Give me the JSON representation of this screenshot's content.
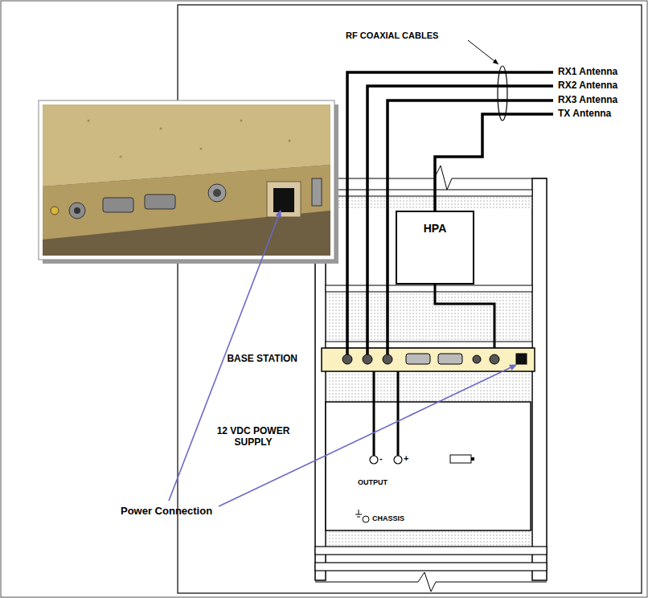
{
  "diagram": {
    "nodes": [
      {
        "text": [
          "HPA"
        ]
      },
      {
        "text": [
          "BASE STATION"
        ]
      },
      {
        "text": [
          "12 VDC POWER SUPPLY",
          "OUTPUT",
          "-",
          "+",
          "CHASSIS"
        ]
      }
    ],
    "edges": [
      {
        "from": 1,
        "to": 0,
        "arrow": "none"
      },
      {
        "from": 2,
        "to": 1,
        "arrow": "none"
      }
    ],
    "labels": [
      "RF COAXIAL CABLES",
      "RX1 Antenna",
      "RX2 Antenna",
      "RX3 Antenna",
      "TX Antenna",
      "Power Connection"
    ]
  }
}
